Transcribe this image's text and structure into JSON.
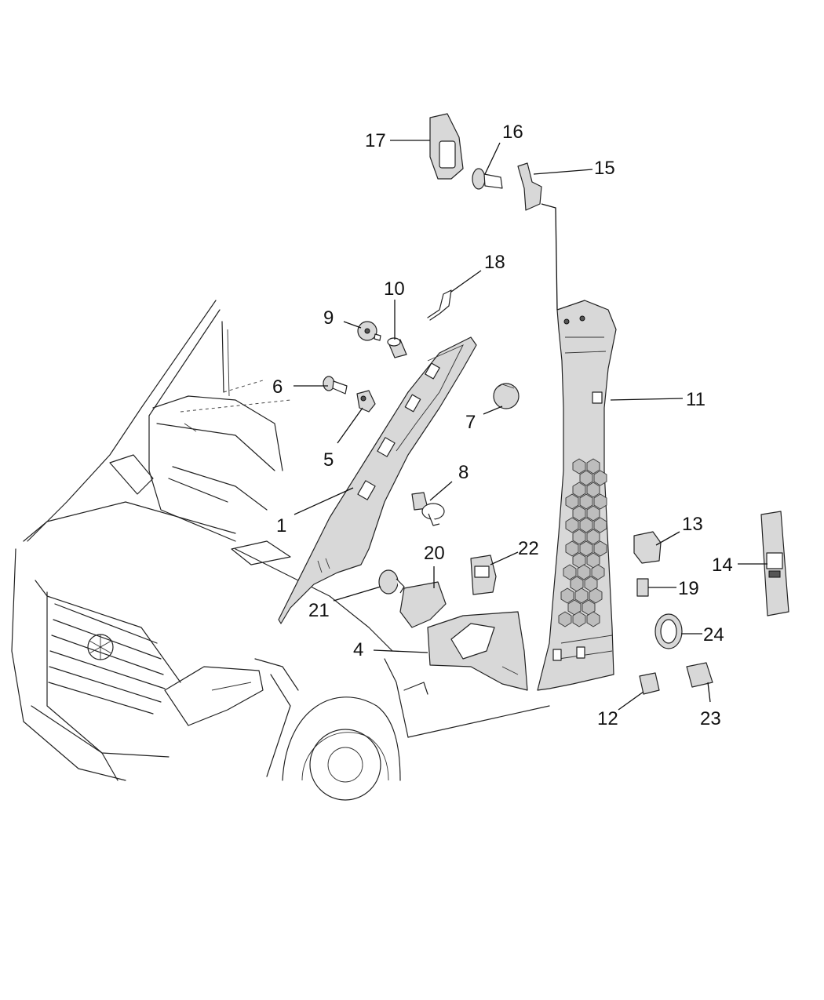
{
  "diagram": {
    "callouts": [
      "1",
      "4",
      "5",
      "6",
      "7",
      "8",
      "9",
      "10",
      "11",
      "12",
      "13",
      "14",
      "15",
      "16",
      "17",
      "18",
      "19",
      "20",
      "21",
      "22",
      "23",
      "24"
    ]
  }
}
